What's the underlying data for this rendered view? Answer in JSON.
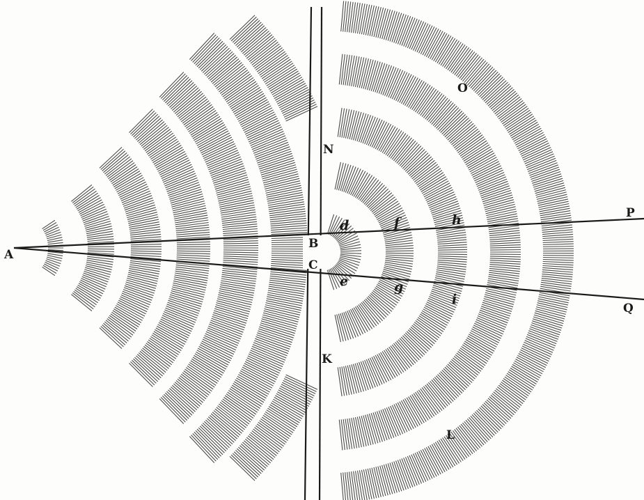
{
  "figure": {
    "ink_color": "#2a2a2a",
    "background_color": "#fdfdfb",
    "labels": {
      "A": "A",
      "B": "B",
      "C": "C",
      "N": "N",
      "K": "K",
      "P": "P",
      "Q": "Q",
      "O": "O",
      "L": "L",
      "d": "d",
      "e": "e",
      "f": "f",
      "g": "g",
      "h": "h",
      "i": "i"
    }
  }
}
